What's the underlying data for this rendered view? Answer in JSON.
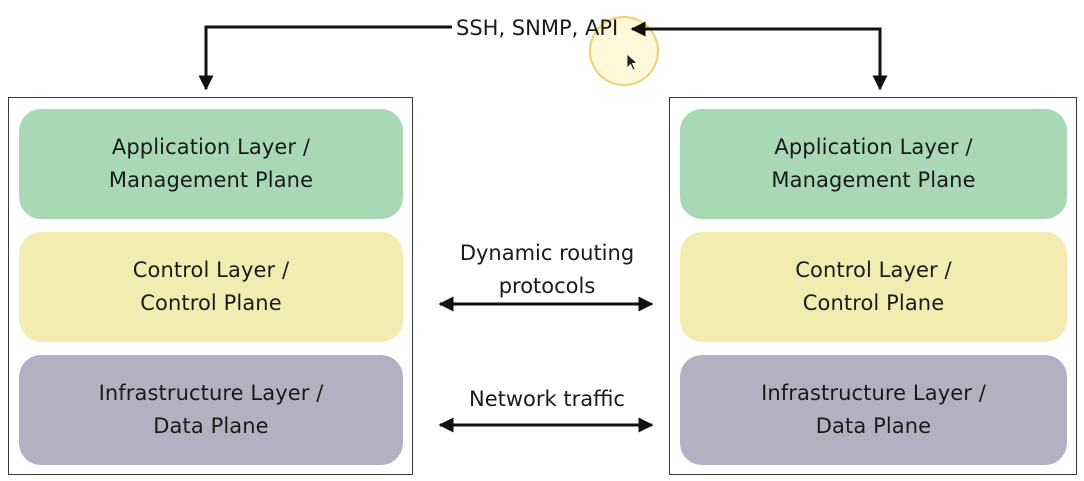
{
  "diagram": {
    "management_protocols": "SSH, SNMP, API",
    "routing_label": [
      "Dynamic routing",
      "protocols"
    ],
    "traffic_label": "Network traffic",
    "devices": [
      {
        "layers": {
          "application": [
            "Application Layer /",
            "Management Plane"
          ],
          "control": [
            "Control Layer /",
            "Control Plane"
          ],
          "infrastructure": [
            "Infrastructure Layer /",
            "Data Plane"
          ]
        }
      },
      {
        "layers": {
          "application": [
            "Application Layer /",
            "Management Plane"
          ],
          "control": [
            "Control Layer /",
            "Control Plane"
          ],
          "infrastructure": [
            "Infrastructure Layer /",
            "Data Plane"
          ]
        }
      }
    ]
  },
  "colors": {
    "application_layer": "#a8d8b4",
    "control_layer": "#f3ecb0",
    "infrastructure_layer": "#b5b0c1",
    "arrow": "#111111",
    "cursor_highlight": "#fff2b8"
  },
  "icons": {
    "cursor": "mouse-pointer-icon"
  }
}
